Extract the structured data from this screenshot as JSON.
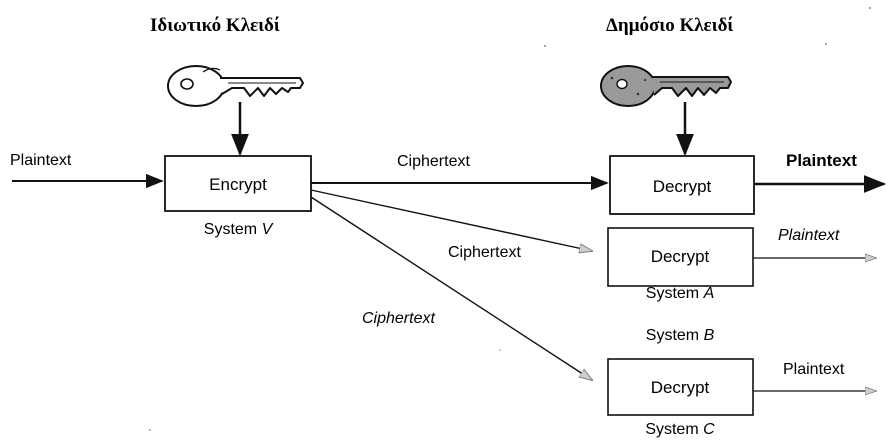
{
  "titles": {
    "private_key": "Ιδιωτικό Κλειδί",
    "public_key": "Δημόσιο Κλειδί"
  },
  "input": {
    "label": "Plaintext"
  },
  "encryptor": {
    "box_label": "Encrypt",
    "system_prefix": "System",
    "system_id": "V"
  },
  "receivers": [
    {
      "box_label": "Decrypt",
      "system_prefix": "System",
      "system_id": "A",
      "incoming_label": "Ciphertext",
      "output_label": "Plaintext"
    },
    {
      "box_label": "Decrypt",
      "system_prefix": "System",
      "system_id": "B",
      "incoming_label": "Ciphertext",
      "output_label": "Plaintext"
    },
    {
      "box_label": "Decrypt",
      "system_prefix": "System",
      "system_id": "C",
      "incoming_label": "Ciphertext",
      "output_label": "Plaintext"
    }
  ],
  "colors": {
    "stroke": "#111111",
    "key_fill_private": "#ffffff",
    "key_fill_public": "#9a9a9a"
  }
}
